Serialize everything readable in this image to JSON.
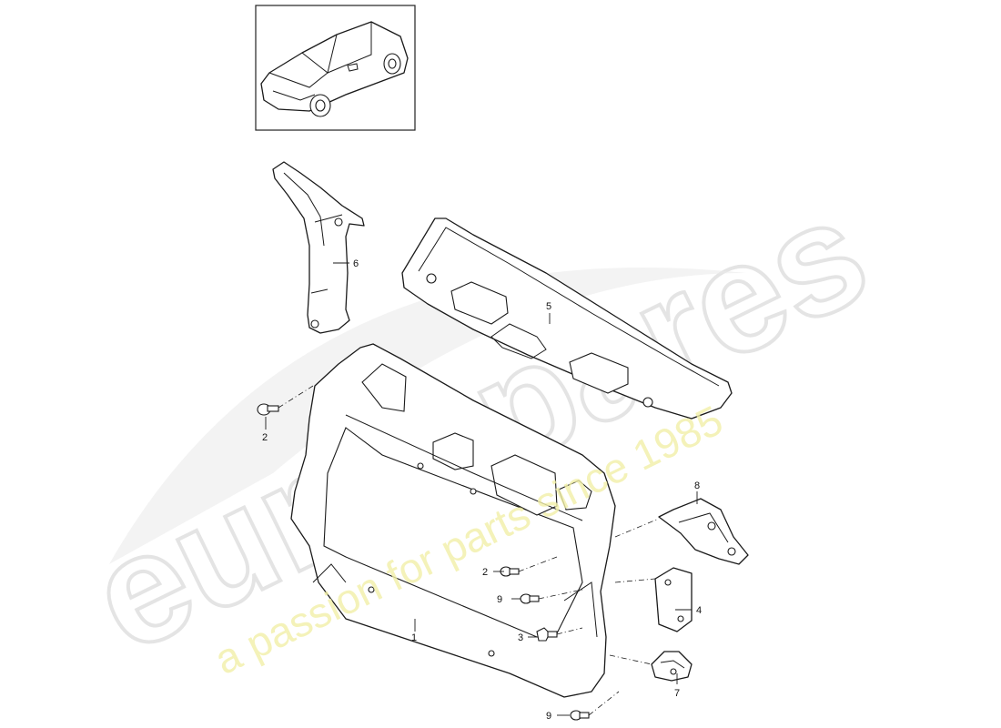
{
  "watermark": {
    "brand": "eurospares",
    "tagline": "a passion for parts since 1985",
    "brand_color": "#dcdcdc",
    "tagline_color": "#f2f0a8"
  },
  "thumbnail": {
    "icon": "car-outline-icon"
  },
  "callouts": [
    {
      "id": "c1",
      "label": "1"
    },
    {
      "id": "c2a",
      "label": "2"
    },
    {
      "id": "c2b",
      "label": "2"
    },
    {
      "id": "c3",
      "label": "3"
    },
    {
      "id": "c4",
      "label": "4"
    },
    {
      "id": "c5",
      "label": "5"
    },
    {
      "id": "c6",
      "label": "6"
    },
    {
      "id": "c7",
      "label": "7"
    },
    {
      "id": "c8",
      "label": "8"
    },
    {
      "id": "c9a",
      "label": "9"
    },
    {
      "id": "c9b",
      "label": "9"
    }
  ]
}
